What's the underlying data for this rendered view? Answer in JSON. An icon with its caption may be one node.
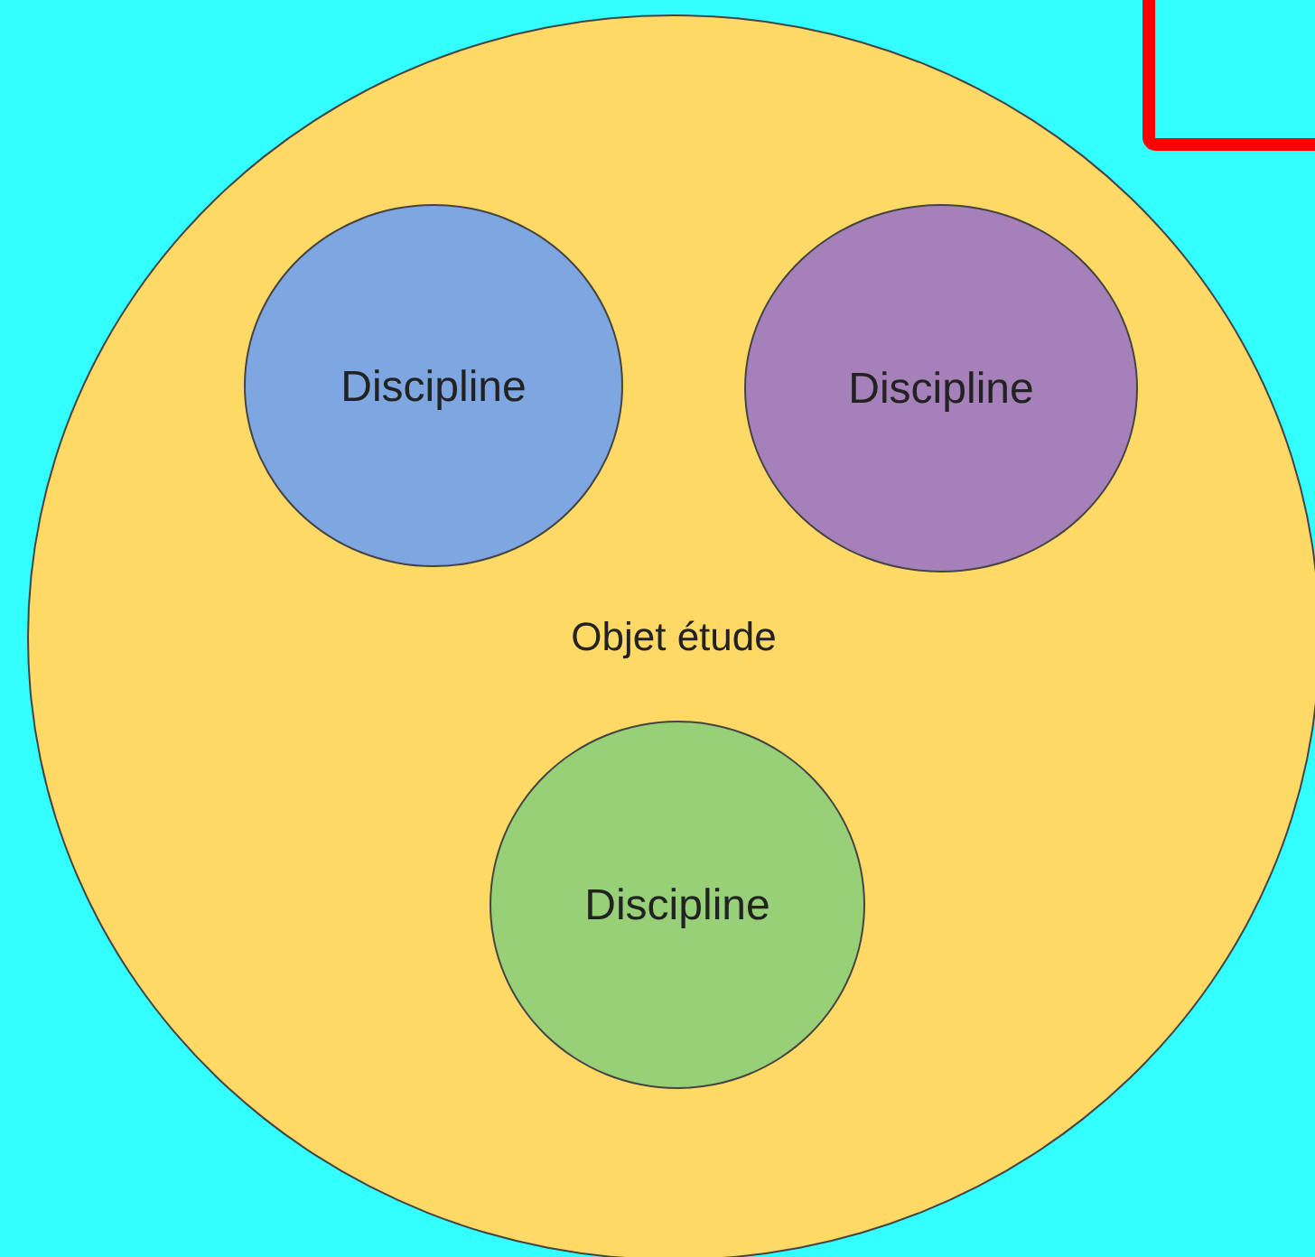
{
  "diagram": {
    "nodes": [
      {
        "text": [
          "Objet étude"
        ]
      },
      {
        "text": [
          "Discipline"
        ],
        "in": 0
      },
      {
        "text": [
          "Discipline"
        ],
        "in": 0
      },
      {
        "text": [
          "Discipline"
        ],
        "in": 0
      }
    ]
  }
}
